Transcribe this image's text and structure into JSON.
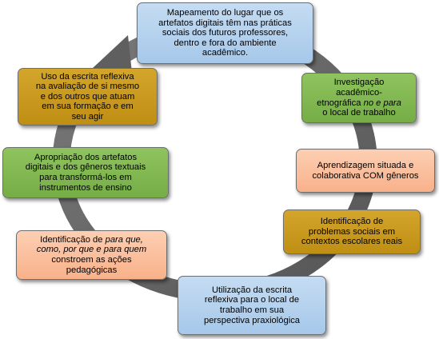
{
  "diagram": {
    "colors": {
      "arrow": "#5f5f5f",
      "blue": "#a6c8ea",
      "green": "#76ad46",
      "orange": "#f8b18a",
      "gold": "#c4931a"
    },
    "boxes": [
      {
        "id": "mapeamento",
        "color": "blue",
        "text": "Mapeamento  do lugar que os\nartefatos  digitais têm nas práticas\nsociais dos futuros professores,\ndentro  e fora do  ambiente\nacadêmico."
      },
      {
        "id": "investigacao",
        "color": "green",
        "text_before": "Investigação\nacadêmico-\netnográfica  ",
        "text_italic": "no e para",
        "text_after": "\no local de trabalho"
      },
      {
        "id": "aprendizagem",
        "color": "orange",
        "text": "Aprendizagem  situada e\ncolaborativa  COM gêneros"
      },
      {
        "id": "identificacao-problemas",
        "color": "gold",
        "text": "Identificação  de\nproblemas sociais em\ncontextos escolares reais"
      },
      {
        "id": "utilizacao",
        "color": "blue",
        "text": "Utilização da escrita\nreflexiva  para  o local de\ntrabalho  em sua\nperspectiva  praxiológica"
      },
      {
        "id": "identificacao-para-que",
        "color": "orange",
        "text_before": "Identificação  de ",
        "text_italic": "para que,\ncomo, por que e para quem",
        "text_after": "\nconstroem as ações\npedagógicas"
      },
      {
        "id": "apropriacao",
        "color": "green",
        "text": "Apropriação  dos artefatos\ndigitais e dos gêneros textuais\npara transformá-los  em\ninstrumentos de ensino"
      },
      {
        "id": "uso-escrita",
        "color": "gold",
        "text": "Uso  da escrita reflexiva\nna avaliação  de si mesmo\ne dos outros que   atuam\nem sua formação  e em\nseu agir"
      }
    ]
  }
}
